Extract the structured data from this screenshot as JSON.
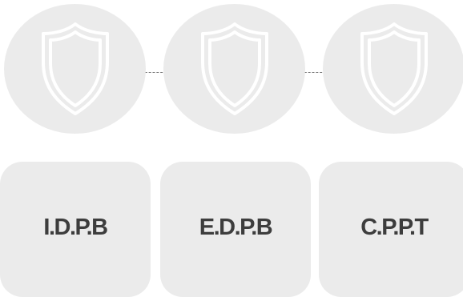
{
  "steps": [
    {
      "icon": "shield-icon",
      "label": "I.D.P.B"
    },
    {
      "icon": "shield-icon",
      "label": "E.D.P.B"
    },
    {
      "icon": "shield-icon",
      "label": "C.P.P.T"
    }
  ],
  "colors": {
    "circle_fill": "#ebebeb",
    "card_fill": "#ebebeb",
    "shield_stroke": "#ffffff",
    "connector": "#777777",
    "label_text": "#3d3d3d"
  }
}
